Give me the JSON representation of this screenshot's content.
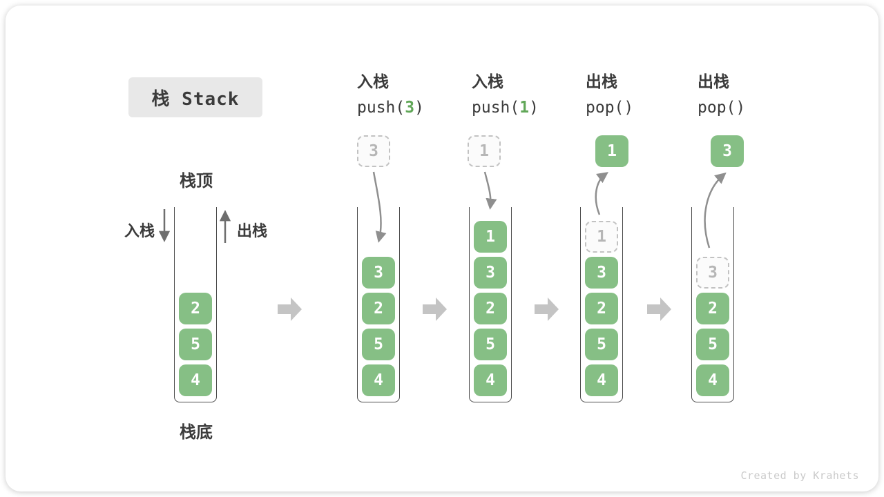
{
  "title": "栈 Stack",
  "watermark": "Created by Krahets",
  "labels": {
    "stack_top": "栈顶",
    "stack_bottom": "栈底",
    "push_side": "入栈",
    "pop_side": "出栈"
  },
  "operations": [
    {
      "name": "入栈",
      "code": [
        {
          "t": "push(",
          "accent": false
        },
        {
          "t": "3",
          "accent": true
        },
        {
          "t": ")",
          "accent": false
        }
      ]
    },
    {
      "name": "入栈",
      "code": [
        {
          "t": "push(",
          "accent": false
        },
        {
          "t": "1",
          "accent": true
        },
        {
          "t": ")",
          "accent": false
        }
      ]
    },
    {
      "name": "出栈",
      "code": [
        {
          "t": "pop()",
          "accent": false
        }
      ]
    },
    {
      "name": "出栈",
      "code": [
        {
          "t": "pop()",
          "accent": false
        }
      ]
    }
  ],
  "stacks": [
    {
      "id": "stack-initial",
      "blocks": [
        "2",
        "5",
        "4"
      ]
    },
    {
      "id": "stack-after-push-3",
      "floating": {
        "value": "3",
        "variant": "ghost"
      },
      "blocks": [
        "3",
        "2",
        "5",
        "4"
      ]
    },
    {
      "id": "stack-after-push-1",
      "floating": {
        "value": "1",
        "variant": "ghost"
      },
      "blocks": [
        "1",
        "3",
        "2",
        "5",
        "4"
      ]
    },
    {
      "id": "stack-after-pop-1",
      "floating": {
        "value": "1",
        "variant": "solid"
      },
      "popped_ghost": "1",
      "blocks": [
        "3",
        "2",
        "5",
        "4"
      ]
    },
    {
      "id": "stack-after-pop-3",
      "floating": {
        "value": "3",
        "variant": "solid"
      },
      "popped_ghost": "3",
      "blocks": [
        "2",
        "5",
        "4"
      ]
    }
  ],
  "colors": {
    "block_green": "#86bf85",
    "accent_green": "#61a758",
    "ghost_border": "#c2c2c2",
    "ghost_fill": "#fbfbfb",
    "ghost_text": "#b6b6b6",
    "container_border": "#4a4a4a",
    "flow_arrow": "#c4c4c4",
    "motion_arrow": "#8f8f8f",
    "side_arrow": "#6e6e6e",
    "title_bg": "#e8e8e8",
    "text_dark": "#3b3b3b",
    "watermark_gray": "#cacaca"
  }
}
